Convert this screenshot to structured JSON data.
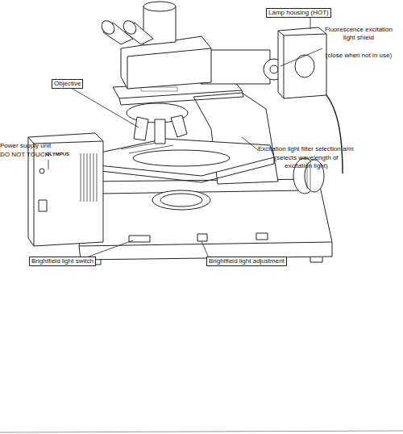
{
  "diagram": {
    "labels": [
      "Lamp housing (HOT)",
      "Fluorescence excitation light shield",
      "(close when not in use)",
      "Objective",
      "Power supply unit",
      "DO NOT TOUCH",
      "Excitation light filter selection arm",
      "(selects wavelength of excitation light)",
      "Brightfield light switch",
      "Brightfield light adjustment",
      "OLYMPUS"
    ]
  }
}
